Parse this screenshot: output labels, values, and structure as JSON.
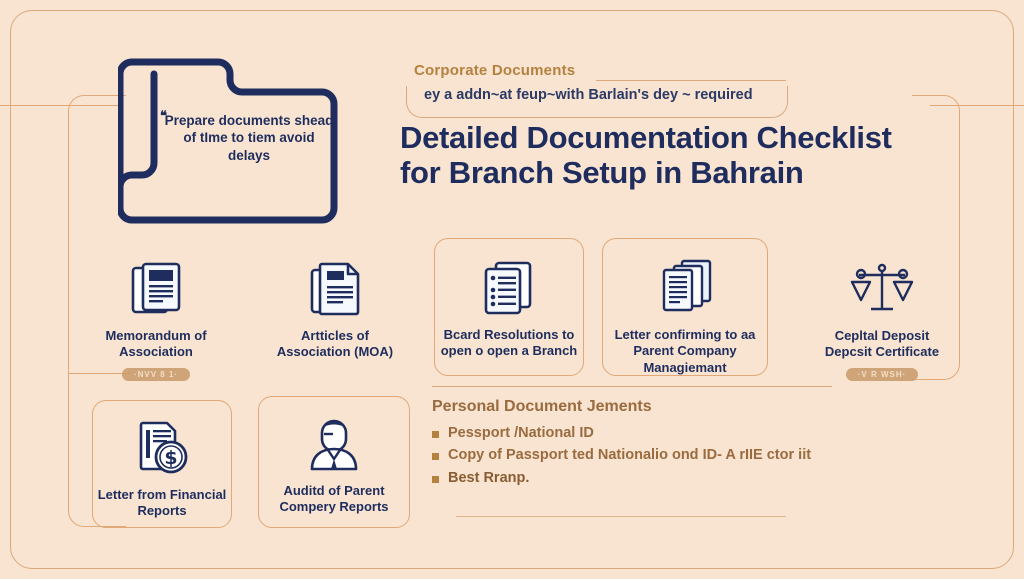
{
  "header": {
    "eyebrow": "Corporate Documents",
    "subtitle": "ey a addn~at feup~with Barlain's dey ~ required",
    "title_line1": "Detailed Documentation Checklist",
    "title_line2": "for Branch Setup in Bahrain"
  },
  "folder": {
    "icon": "folder-outline-icon",
    "quote_mark": "❝",
    "note": "Prepare documents shead of tIme to tiem avoid delays"
  },
  "row1": [
    {
      "icon": "document-lines-icon",
      "label": "Memorandum of Association",
      "badge": "·NVV 8 1·",
      "boxed": false
    },
    {
      "icon": "document-stack-icon",
      "label": "Artticles of Association (MOA)",
      "badge": "",
      "boxed": false
    },
    {
      "icon": "checklist-document-icon",
      "label": "Bcard Resolutions to open o open a Branch",
      "badge": "",
      "boxed": true
    },
    {
      "icon": "multi-document-icon",
      "label": "Letter confirming to aa Parent Company Managiemant",
      "badge": "",
      "boxed": true
    },
    {
      "icon": "balance-scales-icon",
      "label": "Cepltal Deposit Depcsit Certificate",
      "badge": "·V R WSH·",
      "boxed": false
    }
  ],
  "row2": [
    {
      "icon": "financial-document-dollar-icon",
      "label": "Letter from Financial Reports",
      "boxed": true
    },
    {
      "icon": "business-person-icon",
      "label": "Auditd of Parent Compery Reports",
      "boxed": true
    }
  ],
  "personal": {
    "title": "Personal Document Jements",
    "items": [
      "Pessport /National ID",
      "Copy of Passport ted Nationalio ond ID- A rIIE ctor iit",
      "Best Rranp."
    ]
  },
  "colors": {
    "background": "#f8e4d0",
    "navy": "#1e2d5e",
    "accent_line": "#e2a877",
    "brown_text": "#9a6b3f",
    "eyebrow": "#b5813f",
    "badge_bg": "#c89a6a"
  }
}
